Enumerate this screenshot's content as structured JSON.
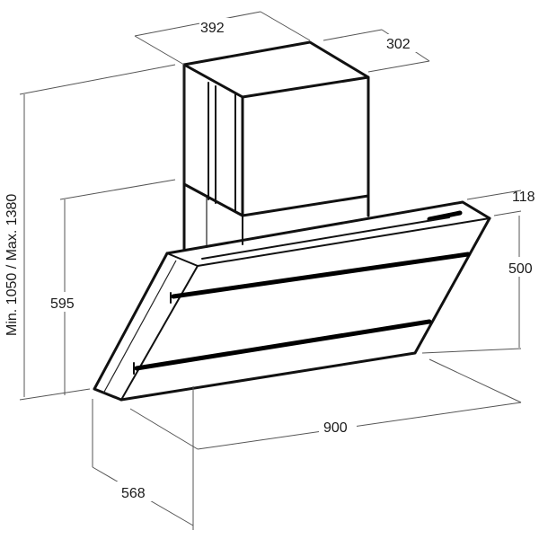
{
  "dimensions": {
    "width_top": "392",
    "depth_top": "302",
    "total_height": "Min. 1050 / Max. 1380",
    "canopy_height": "595",
    "glass_offset": "118",
    "glass_height": "500",
    "width_bottom": "900",
    "depth_bottom": "568"
  },
  "colors": {
    "line": "#111111",
    "dimension_line": "#555555",
    "text": "#1a1a1a"
  }
}
